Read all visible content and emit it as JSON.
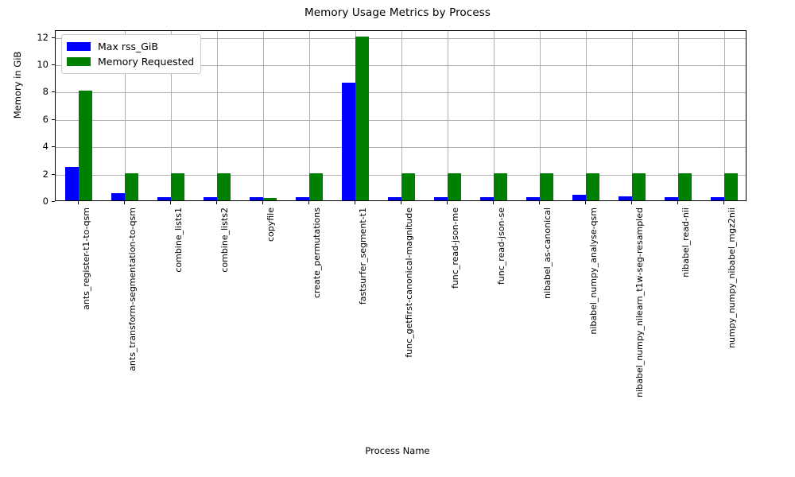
{
  "chart_data": {
    "type": "bar",
    "title": "Memory Usage Metrics by Process",
    "xlabel": "Process Name",
    "ylabel": "Memory in GiB",
    "ylim": [
      0,
      12.5
    ],
    "yticks": [
      0,
      2,
      4,
      6,
      8,
      10,
      12
    ],
    "grid": true,
    "legend_position": "upper left",
    "colors": {
      "max_rss": "#0000ff",
      "memory_requested": "#008000",
      "grid": "#b0b0b0",
      "axis": "#000000",
      "background": "#ffffff"
    },
    "categories": [
      "ants_register-t1-to-qsm",
      "ants_transform-segmentation-to-qsm",
      "combine_lists1",
      "combine_lists2",
      "copyfile",
      "create_permutations",
      "fastsurfer_segment-t1",
      "func_getfirst-canonical-magnitude",
      "func_read-json-me",
      "func_read-json-se",
      "nibabel_as-canonical",
      "nibabel_numpy_analyse-qsm",
      "nibabel_numpy_nilearn_t1w-seg-resampled",
      "nibabel_read-nii",
      "numpy_numpy_nibabel_mgz2nii"
    ],
    "series": [
      {
        "name": "Max rss_GiB",
        "color": "#0000ff",
        "values": [
          2.45,
          0.5,
          0.25,
          0.25,
          0.25,
          0.25,
          8.58,
          0.25,
          0.25,
          0.25,
          0.25,
          0.4,
          0.32,
          0.25,
          0.25
        ]
      },
      {
        "name": "Memory Requested",
        "color": "#008000",
        "values": [
          8.0,
          2.0,
          2.0,
          2.0,
          0.2,
          2.0,
          12.0,
          2.0,
          2.0,
          2.0,
          2.0,
          2.0,
          2.0,
          2.0,
          2.0
        ]
      }
    ]
  }
}
